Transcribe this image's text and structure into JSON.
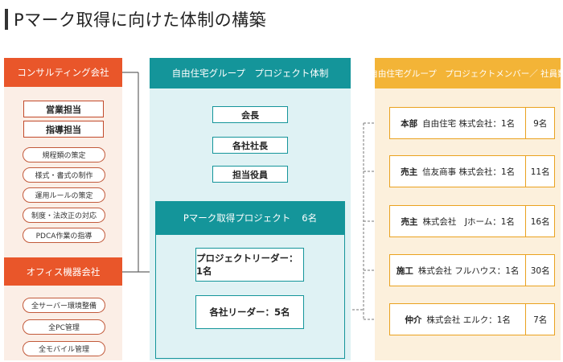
{
  "title": "Pマーク取得に向けた体制の構築",
  "consulting": {
    "head": "コンサルティング会社",
    "roles": [
      "営業担当",
      "指導担当"
    ],
    "tasks": [
      "規程類の策定",
      "様式・書式の制作",
      "運用ルールの策定",
      "制度・法改正の対応",
      "PDCA作業の指導"
    ]
  },
  "office": {
    "head": "オフィス機器会社",
    "tasks": [
      "全サーバー環境整備",
      "全PC管理",
      "全モバイル管理"
    ]
  },
  "structure": {
    "head": "自由住宅グループ　プロジェクト体制",
    "chain": [
      "会長",
      "各社社長",
      "担当役員"
    ],
    "project": {
      "name": "Pマーク取得プロジェクト",
      "count": "6名"
    },
    "leader": "プロジェクトリーダー：1名",
    "sub_leaders": "各社リーダー：5名"
  },
  "members": {
    "head": "自由住宅グループ　プロジェクトメンバー／ 社員数",
    "rows": [
      {
        "role": "本部",
        "company": "自由住宅 株式会社：1名",
        "staff": "9名"
      },
      {
        "role": "売主",
        "company": "信友商事 株式会社：1名",
        "staff": "11名"
      },
      {
        "role": "売主",
        "company": "株式会社　Jホーム：1名",
        "staff": "16名"
      },
      {
        "role": "施工",
        "company": "株式会社 フルハウス：1名",
        "staff": "30名"
      },
      {
        "role": "仲介",
        "company": "株式会社 エルク：1名",
        "staff": "7名"
      }
    ]
  }
}
